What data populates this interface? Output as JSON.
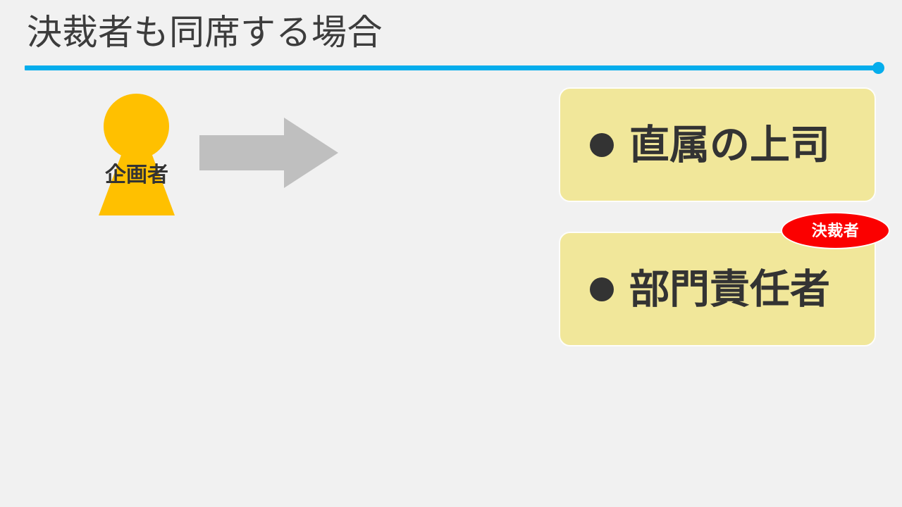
{
  "slide": {
    "title": "決裁者も同席する場合",
    "accent_color": "#05adec",
    "background_color": "#f1f1f1",
    "title_color": "#3c3c3c"
  },
  "person": {
    "label": "企画者",
    "color": "#ffc000",
    "icon": "person-silhouette-icon"
  },
  "arrow": {
    "icon": "right-arrow-icon",
    "color": "#bfbfbf",
    "direction": "right"
  },
  "roles": [
    {
      "bullet": "●",
      "label": "直属の上司",
      "fill_color": "#f1e79a",
      "text_color": "#333333"
    },
    {
      "bullet": "●",
      "label": "部門責任者",
      "fill_color": "#f1e79a",
      "text_color": "#333333"
    }
  ],
  "badge": {
    "label": "決裁者",
    "fill_color": "#fb0000",
    "text_color": "#ffffff"
  }
}
